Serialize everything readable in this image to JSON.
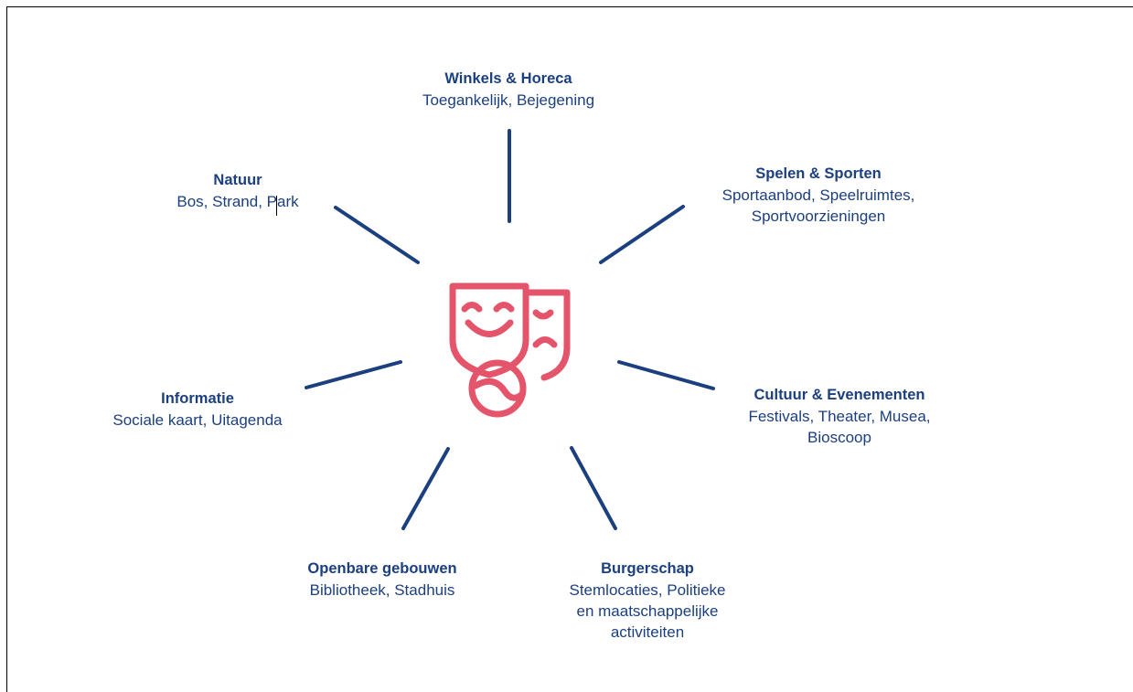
{
  "colors": {
    "spoke": "#1b3f7f",
    "text": "#1b3f7f",
    "icon": "#e4546a"
  },
  "center_icon": "theater-masks-icon",
  "nodes": [
    {
      "id": "winkels",
      "title": "Winkels & Horeca",
      "lines": [
        "Toegankelijk, Bejegening"
      ]
    },
    {
      "id": "spelen",
      "title": "Spelen & Sporten",
      "lines": [
        "Sportaanbod, Speelruimtes,",
        "Sportvoorzieningen"
      ]
    },
    {
      "id": "cultuur",
      "title": "Cultuur & Evenementen",
      "lines": [
        "Festivals, Theater, Musea,",
        "Bioscoop"
      ]
    },
    {
      "id": "burgerschap",
      "title": "Burgerschap",
      "lines": [
        "Stemlocaties, Politieke",
        "en maatschappelijke",
        "activiteiten"
      ]
    },
    {
      "id": "openbare",
      "title": "Openbare gebouwen",
      "lines": [
        "Bibliotheek, Stadhuis"
      ]
    },
    {
      "id": "informatie",
      "title": "Informatie",
      "lines": [
        "Sociale kaart, Uitagenda"
      ]
    },
    {
      "id": "natuur",
      "title": "Natuur",
      "lines": [
        "Bos, Strand, Park"
      ]
    }
  ]
}
